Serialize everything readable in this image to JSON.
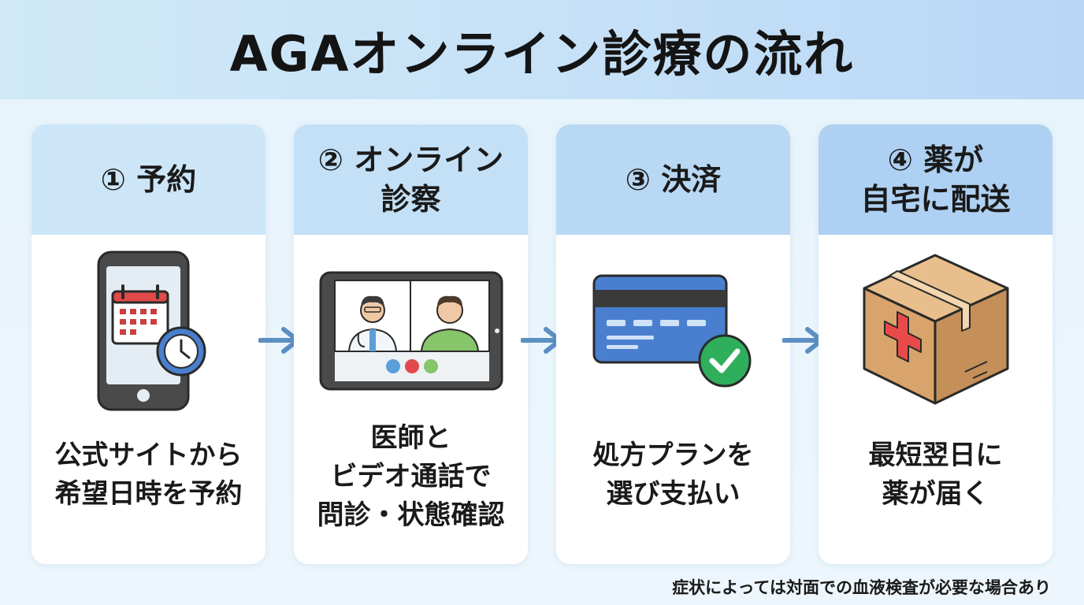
{
  "title": "AGAオンライン診療の流れ",
  "colors": {
    "header_bg": "#c7e2f7",
    "step_head_1": "#cce6f7",
    "step_head_2": "#c3e0f6",
    "step_head_3": "#b8d8f4",
    "step_head_4": "#aed0f2",
    "arrow": "#5b8fc2",
    "card_blue": "#4a7fcf",
    "check_green": "#2fae5c",
    "cross_red": "#e84a4a",
    "box_brown": "#d8a46c"
  },
  "steps": [
    {
      "title_lines": [
        "① 予約"
      ],
      "icon": "smartphone-calendar-clock-icon",
      "desc_lines": [
        "公式サイトから",
        "希望日時を予約"
      ]
    },
    {
      "title_lines": [
        "② オンライン",
        "診察"
      ],
      "icon": "tablet-video-call-icon",
      "desc_lines": [
        "医師と",
        "ビデオ通話で",
        "問診・状態確認"
      ]
    },
    {
      "title_lines": [
        "③ 決済"
      ],
      "icon": "credit-card-check-icon",
      "desc_lines": [
        "処方プランを",
        "選び支払い"
      ]
    },
    {
      "title_lines": [
        "④ 薬が",
        "自宅に配送"
      ],
      "icon": "medicine-box-icon",
      "desc_lines": [
        "最短翌日に",
        "薬が届く"
      ]
    }
  ],
  "footnote": "症状によっては対面での血液検査が必要な場合あり"
}
